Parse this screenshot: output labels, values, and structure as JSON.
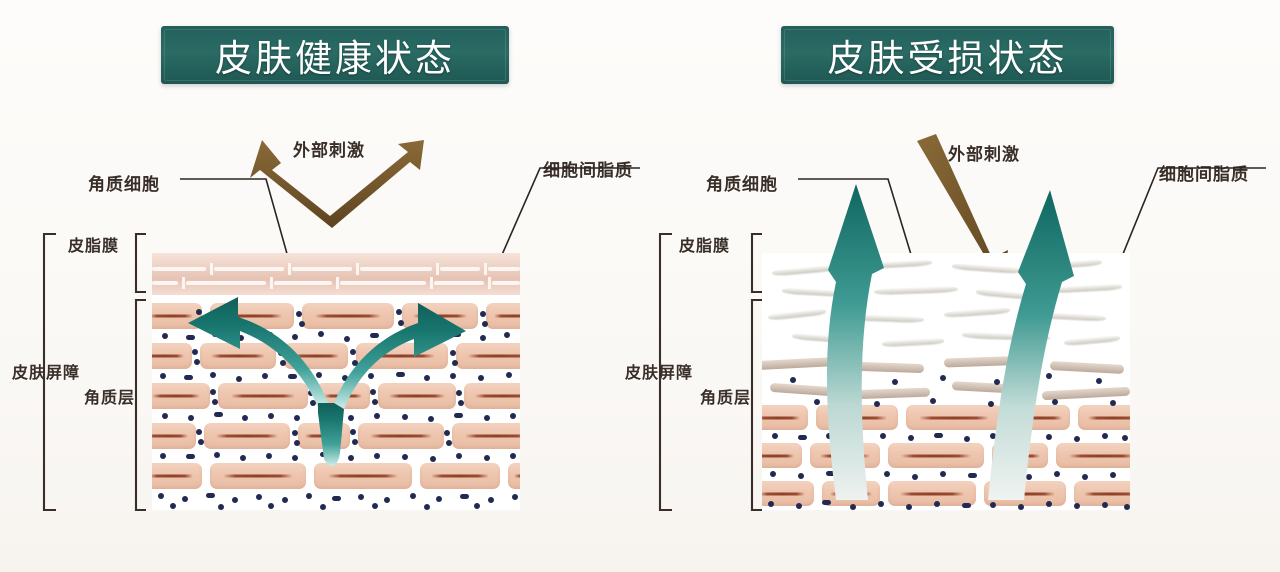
{
  "figure": {
    "kind": "skin-barrier-comparison-diagram",
    "background_color": "#fbf9f6"
  },
  "panels": [
    {
      "id": "healthy",
      "title": "皮肤健康状态",
      "title_bg": "#2a6b64",
      "title_color": "#ffffff",
      "labels": {
        "corneocyte": "角质细胞",
        "intercellular_lipid": "细胞间脂质",
        "external_stimuli": "外部刺激",
        "sebum_film": "皮脂膜",
        "stratum_corneum": "角质层",
        "skin_barrier": "皮肤屏障"
      },
      "stimuli_arrow": {
        "shape": "v-deflected-bounce",
        "color": "#7a5a2e",
        "meaning": "external stimuli deflected off intact barrier"
      },
      "moisture_arrow": {
        "shape": "v-double-spread",
        "color_top": "#14706a",
        "color_bottom": "#b9e6e2",
        "meaning": "moisture retained and spread within barrier"
      },
      "barrier_state": {
        "sebum_film": "continuous intact band",
        "bricks": "dense regular brick-and-mortar",
        "lipids": "abundant"
      }
    },
    {
      "id": "damaged",
      "title": "皮肤受损状态",
      "title_bg": "#2a6b64",
      "title_color": "#ffffff",
      "labels": {
        "corneocyte": "角质细胞",
        "intercellular_lipid": "细胞间脂质",
        "external_stimuli": "外部刺激",
        "sebum_film": "皮脂膜",
        "stratum_corneum": "角质层",
        "skin_barrier": "皮肤屏障"
      },
      "stimuli_arrow": {
        "shape": "straight-penetrating",
        "color": "#7a5a2e",
        "meaning": "external stimuli penetrate damaged barrier"
      },
      "moisture_arrow": {
        "shape": "two-curved-upward",
        "color_top": "#14706a",
        "color_bottom": "#dfe9e6",
        "meaning": "moisture escapes upward through damaged barrier"
      },
      "barrier_state": {
        "sebum_film": "broken flaking scales",
        "bricks": "irregular detached upper layers",
        "lipids": "sparse"
      }
    }
  ]
}
